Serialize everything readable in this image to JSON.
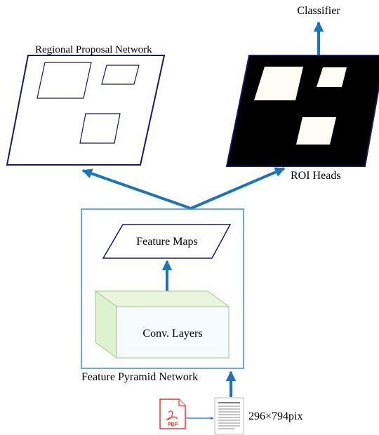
{
  "labels": {
    "classifier": "Classifier",
    "rpn": "Regional Proposal Network",
    "roi_heads": "ROI Heads",
    "feature_maps": "Feature Maps",
    "conv_layers": "Conv. Layers",
    "fpn": "Feature Pyramid Network",
    "pdf_icon_text": "PDF",
    "image_size": "296×794pix"
  },
  "colors": {
    "arrow": "#1a75bb",
    "panel_border": "#1a1a5e",
    "fpn_border": "#3d8ec9",
    "roi_fill": "#000000",
    "roi_box_fill": "#fffdf3",
    "conv_front": "#f6fbff",
    "conv_side": "#dff2cf",
    "pdf_red": "#e53935"
  },
  "icons": {
    "pdf": "pdf-file-icon",
    "document": "document-page-icon"
  }
}
